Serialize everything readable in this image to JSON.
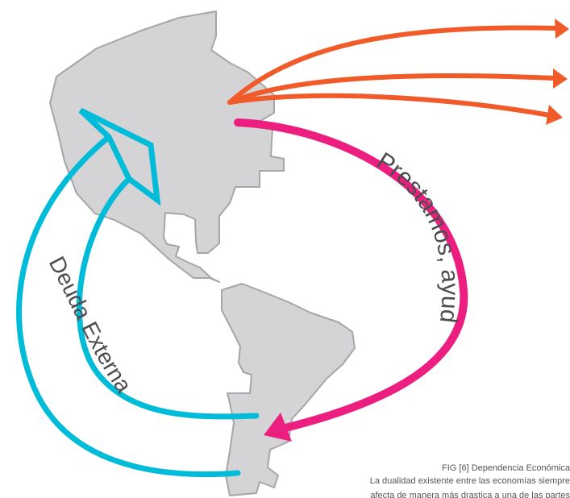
{
  "colors": {
    "land_fill": "#d4d4d6",
    "land_stroke": "#a6a6a8",
    "debt_arrow": "#00bcd9",
    "loan_arrow": "#ec1f80",
    "export_arrows": "#f15a29",
    "label_text": "#4d4d4d"
  },
  "labels": {
    "loans": "Prestamos, ayuda",
    "debt": "Deuda Externa"
  },
  "caption": {
    "title": "FIG [6]  Dependencia Económica",
    "line1": "La dualidad existente entre las economías siempre",
    "line2": "afecta de manera más drastica a una de las partes"
  }
}
